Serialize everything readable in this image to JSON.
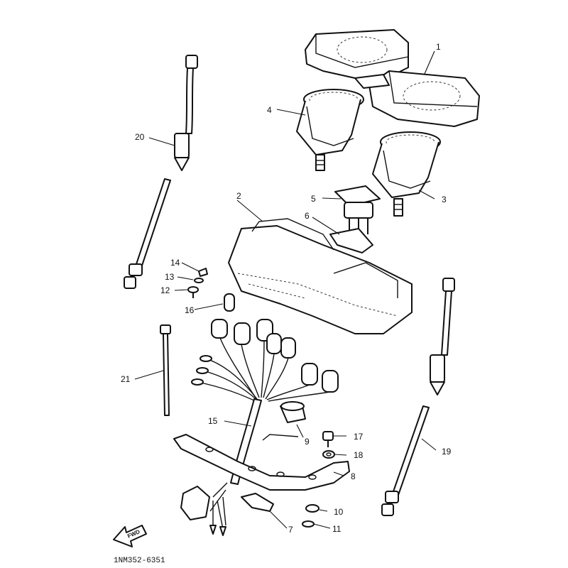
{
  "diagram": {
    "callouts": {
      "c1": "1",
      "c2": "2",
      "c3": "3",
      "c4": "4",
      "c5": "5",
      "c6": "6",
      "c7": "7",
      "c8": "8",
      "c9": "9",
      "c10": "10",
      "c11": "11",
      "c12": "12",
      "c13": "13",
      "c14": "14",
      "c15": "15",
      "c16": "16",
      "c17": "17",
      "c18": "18",
      "c19": "19",
      "c20": "20",
      "c21": "21"
    },
    "fwd_label": "FWD",
    "drawing_code": "1NM352-6351"
  }
}
